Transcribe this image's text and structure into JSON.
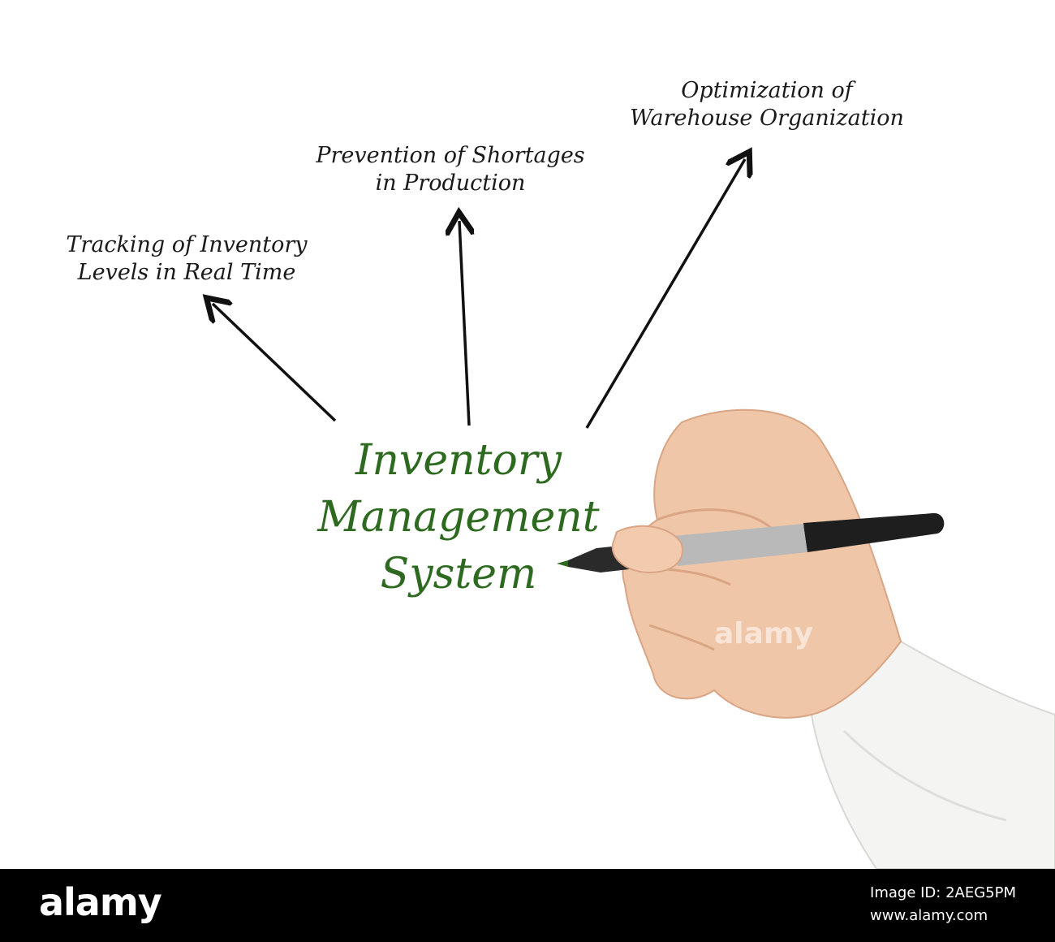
{
  "diagram": {
    "center_title": {
      "lines": [
        "Inventory",
        "Management",
        "System"
      ],
      "color": "#2d6a1f"
    },
    "branches": [
      {
        "lines": [
          "Tracking of Inventory",
          "Levels in Real Time"
        ]
      },
      {
        "lines": [
          "Prevention of Shortages",
          "in Production"
        ]
      },
      {
        "lines": [
          "Optimization of",
          "Warehouse Organization"
        ]
      }
    ],
    "arrow_color": "#111111"
  },
  "watermark": {
    "text": "alamy"
  },
  "footer": {
    "logo": "alamy",
    "image_id_label": "Image ID: 2AEG5PM",
    "site": "www.alamy.com"
  },
  "icons": [
    "hand-holding-marker-icon",
    "arrow-icon"
  ]
}
